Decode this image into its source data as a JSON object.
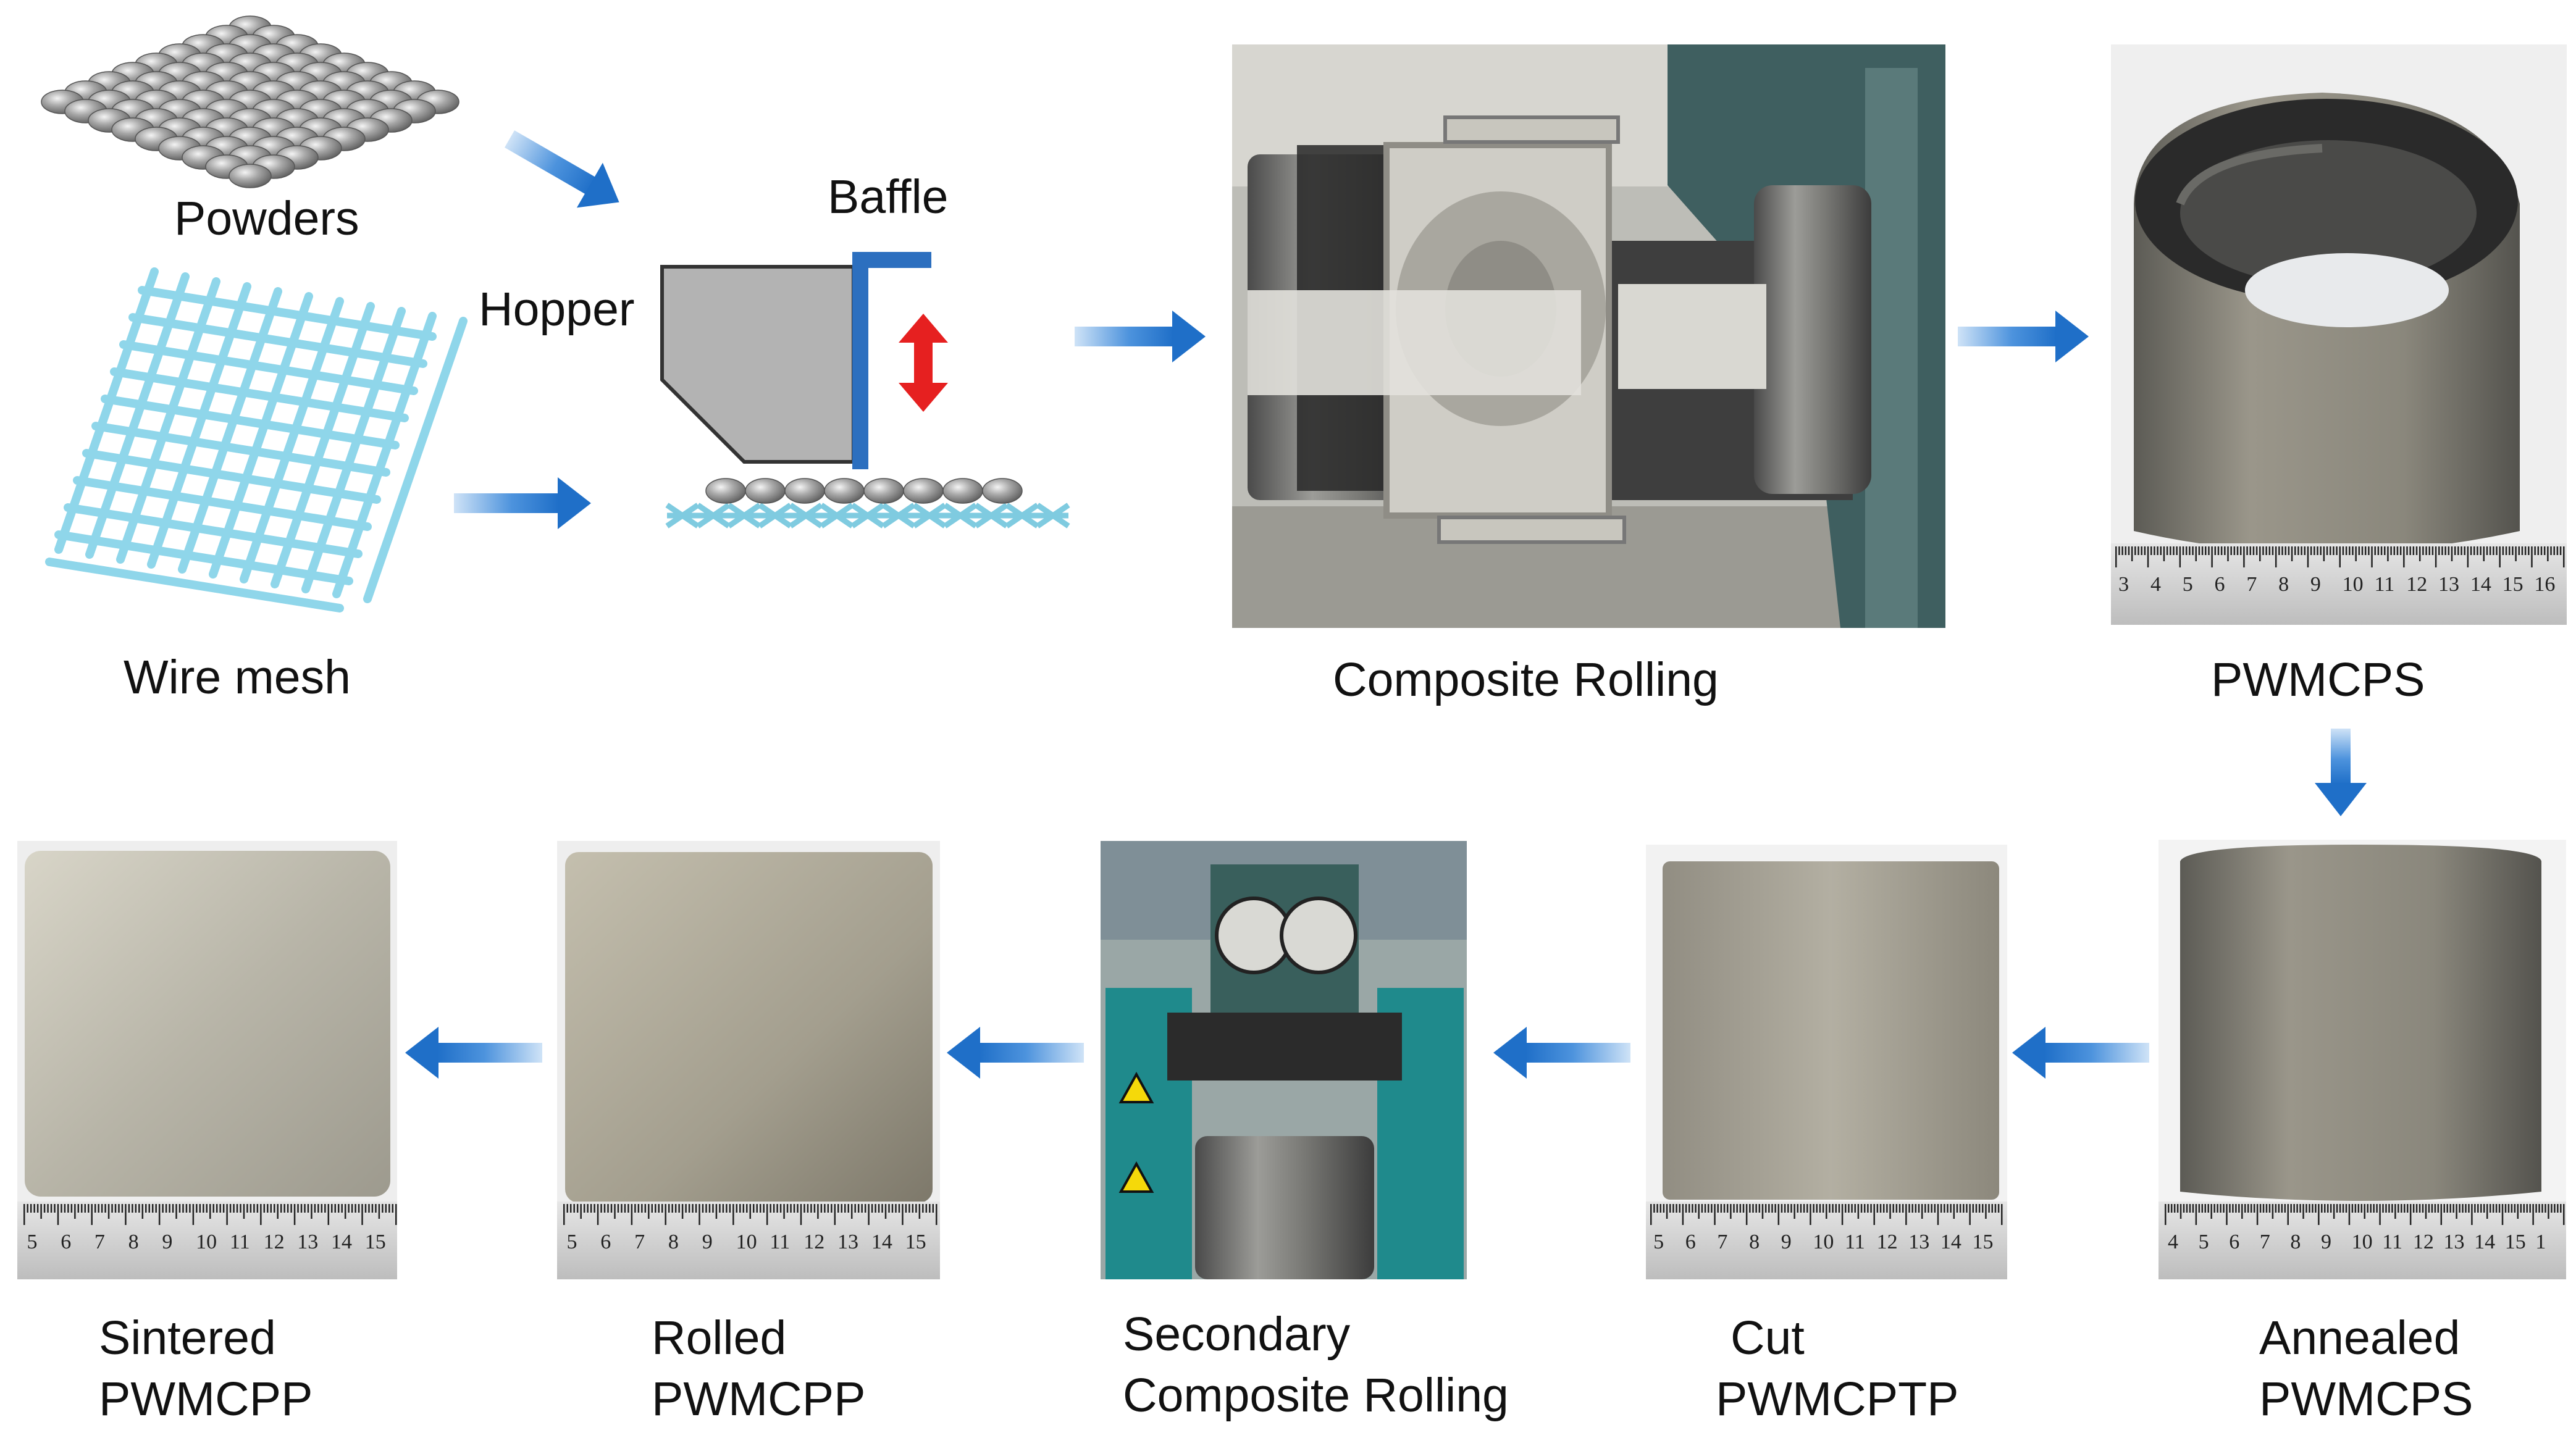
{
  "labels": {
    "powders": "Powders",
    "wire_mesh": "Wire mesh",
    "hopper": "Hopper",
    "baffle": "Baffle",
    "composite_rolling": "Composite Rolling",
    "pwmcps": "PWMCPS",
    "annealed": [
      "Annealed",
      "PWMCPS"
    ],
    "cut": [
      "Cut",
      "PWMCPTP"
    ],
    "secondary": [
      "Secondary",
      "Composite Rolling"
    ],
    "rolled": [
      "Rolled",
      "PWMCPP"
    ],
    "sintered": [
      "Sintered",
      "PWMCPP"
    ]
  },
  "rulers": {
    "pwmcps": [
      "3",
      "4",
      "5",
      "6",
      "7",
      "8",
      "9",
      "10",
      "11",
      "12",
      "13",
      "14",
      "15",
      "16"
    ],
    "annealed": [
      "4",
      "5",
      "6",
      "7",
      "8",
      "9",
      "10",
      "11",
      "12",
      "13",
      "14",
      "15",
      "1"
    ],
    "cut": [
      "5",
      "6",
      "7",
      "8",
      "9",
      "10",
      "11",
      "12",
      "13",
      "14",
      "15"
    ],
    "rolled": [
      "5",
      "6",
      "7",
      "8",
      "9",
      "10",
      "11",
      "12",
      "13",
      "14",
      "15"
    ],
    "sintered": [
      "5",
      "6",
      "7",
      "8",
      "9",
      "10",
      "11",
      "12",
      "13",
      "14",
      "15"
    ]
  },
  "colors": {
    "arrow": "#2f7fd0",
    "mesh": "#7fd0e6",
    "hopper_fill": "#b3b3b3",
    "baffle": "#2c6fbf",
    "updown_arrow": "#e62020",
    "powder": "#9a9a9a"
  }
}
